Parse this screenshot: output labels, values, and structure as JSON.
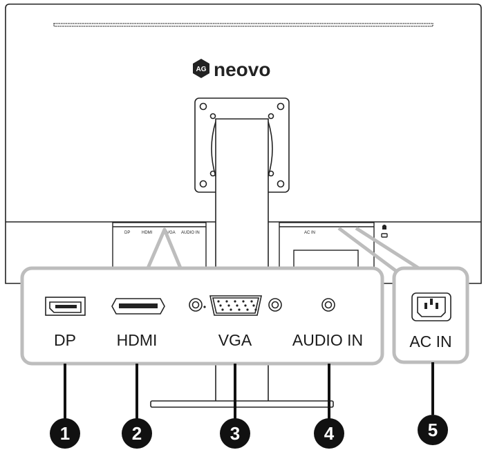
{
  "brand": {
    "logo_mark": "AG",
    "name": "neovo"
  },
  "ports": [
    {
      "number": "1",
      "label": "DP"
    },
    {
      "number": "2",
      "label": "HDMI"
    },
    {
      "number": "3",
      "label": "VGA"
    },
    {
      "number": "4",
      "label": "AUDIO IN"
    },
    {
      "number": "5",
      "label": "AC IN"
    }
  ],
  "panel_tags": {
    "dp": "DP",
    "hdmi": "HDMI",
    "vga": "VGA",
    "audio": "AUDIO IN",
    "ac": "AC IN"
  },
  "colors": {
    "line": "#222222",
    "callout_border": "#bdbdbd",
    "badge": "#111111",
    "background": "#ffffff"
  }
}
